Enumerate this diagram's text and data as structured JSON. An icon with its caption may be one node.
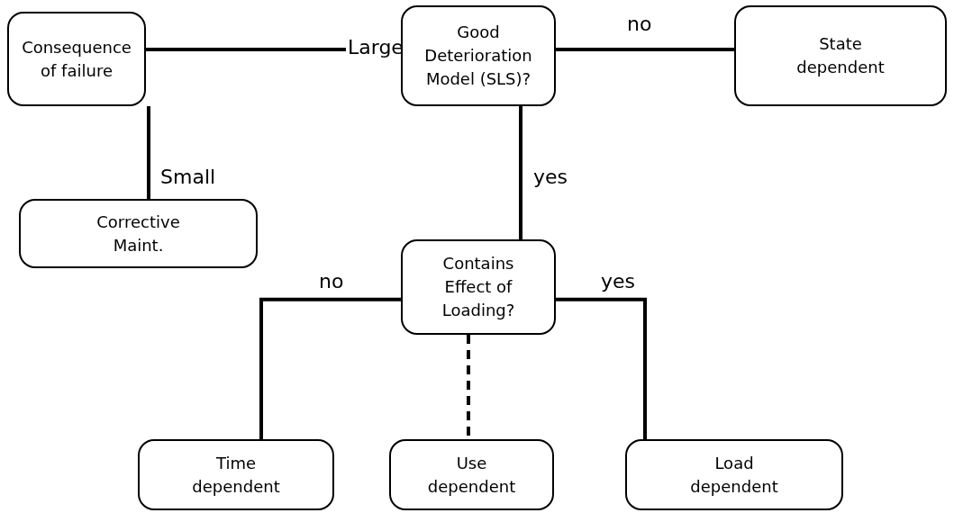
{
  "diagram": {
    "nodes": [
      {
        "text": [
          "Consequence of failure"
        ]
      },
      {
        "text": [
          "Good Deterioration Model (SLS)?"
        ]
      },
      {
        "text": [
          "State dependent"
        ]
      },
      {
        "text": [
          "Corrective Maint."
        ]
      },
      {
        "text": [
          "Contains Effect of Loading?"
        ]
      },
      {
        "text": [
          "Time dependent"
        ]
      },
      {
        "text": [
          "Use dependent"
        ]
      },
      {
        "text": [
          "Load dependent"
        ]
      }
    ],
    "edges": [
      {
        "from": 0,
        "to": 1,
        "arrow": "none",
        "label": "Large"
      },
      {
        "from": 1,
        "to": 2,
        "arrow": "none",
        "label": "no"
      },
      {
        "from": 0,
        "to": 3,
        "arrow": "none",
        "label": "Small"
      },
      {
        "from": 1,
        "to": 4,
        "arrow": "none",
        "label": "yes"
      },
      {
        "from": 4,
        "to": 5,
        "arrow": "none",
        "label": "no"
      },
      {
        "from": 4,
        "to": 6,
        "arrow": "none",
        "style": "dashed"
      },
      {
        "from": 4,
        "to": 7,
        "arrow": "none",
        "label": "yes"
      }
    ]
  }
}
